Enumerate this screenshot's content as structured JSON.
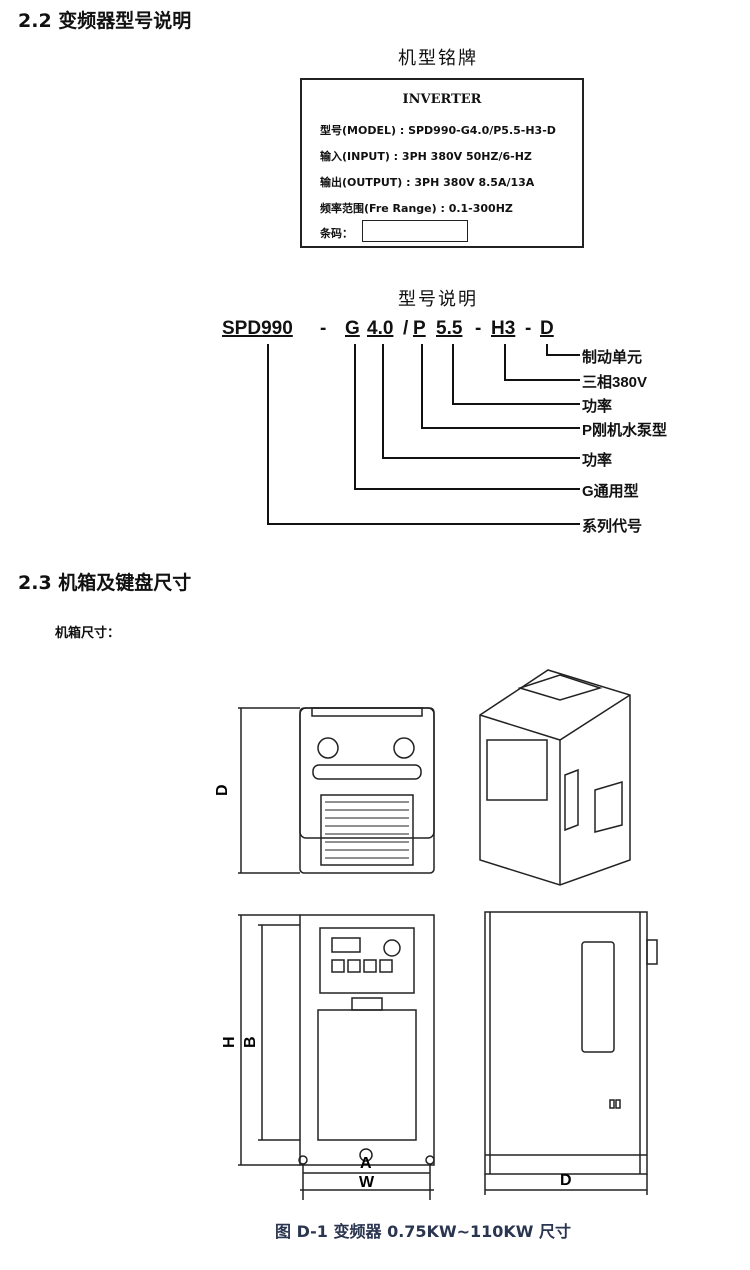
{
  "section_22": {
    "title": "2.2  变频器型号说明"
  },
  "nameplate": {
    "heading": "机型铭牌",
    "title": "INVERTER",
    "model": "型号(MODEL) : SPD990-G4.0/P5.5-H3-D",
    "input": "输入(INPUT) : 3PH 380V 50HZ/6-HZ",
    "output": "输出(OUTPUT) : 3PH 380V 8.5A/13A",
    "range": "频率范围(Fre Range) : 0.1-300HZ",
    "barcode": "条码："
  },
  "model_desc": {
    "heading": "型号说明",
    "parts": [
      "SPD990",
      "-",
      "G",
      "4.0",
      "/",
      "P",
      "5.5",
      "-",
      "H3",
      "-",
      "D"
    ],
    "labels": [
      "制动单元",
      "三相380V",
      "功率",
      "P刚机水泵型",
      "功率",
      "G通用型",
      "系列代号"
    ]
  },
  "section_23": {
    "title": "2.3  机箱及键盘尺寸",
    "sub": "机箱尺寸："
  },
  "dims": {
    "D_top": "D",
    "H": "H",
    "B": "B",
    "A": "A",
    "W": "W",
    "D_side": "D"
  },
  "caption": "图 D-1  变频器 0.75KW~110KW 尺寸"
}
